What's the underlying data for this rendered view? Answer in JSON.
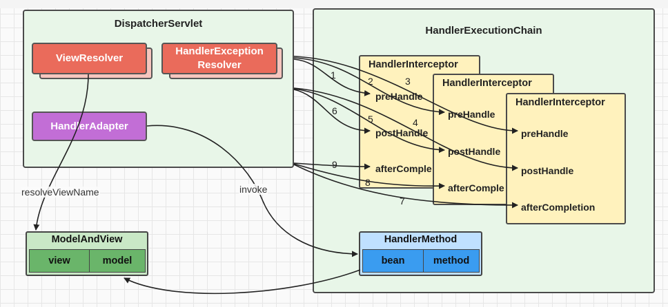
{
  "dispatcher": {
    "title": "DispatcherServlet",
    "view_resolver": "ViewResolver",
    "exception_resolver_line1": "HandlerException",
    "exception_resolver_line2": "Resolver",
    "handler_adapter": "HandlerAdapter"
  },
  "chain": {
    "title": "HandlerExecutionChain",
    "interceptors": [
      {
        "title": "HandlerInterceptor",
        "pre": "preHandle",
        "post": "postHandle",
        "after": "afterComple"
      },
      {
        "title": "HandlerInterceptor",
        "pre": "preHandle",
        "post": "postHandle",
        "after": "afterComple"
      },
      {
        "title": "HandlerInterceptor",
        "pre": "preHandle",
        "post": "postHandle",
        "after": "afterCompletion"
      }
    ]
  },
  "model_and_view": {
    "title": "ModelAndView",
    "cells": [
      "view",
      "model"
    ]
  },
  "handler_method": {
    "title": "HandlerMethod",
    "cells": [
      "bean",
      "method"
    ]
  },
  "edge_labels": {
    "resolve": "resolveViewName",
    "invoke": "invoke"
  },
  "step_numbers": [
    "1",
    "2",
    "3",
    "4",
    "5",
    "6",
    "7",
    "8",
    "9"
  ],
  "colors": {
    "container_bg": "#e8f6e8",
    "red": "#ea6b5b",
    "purple": "#c26ed6",
    "interceptor_bg": "#fff2bd",
    "green_cells": "#6ab56a",
    "blue_cells": "#3a9cf0"
  }
}
